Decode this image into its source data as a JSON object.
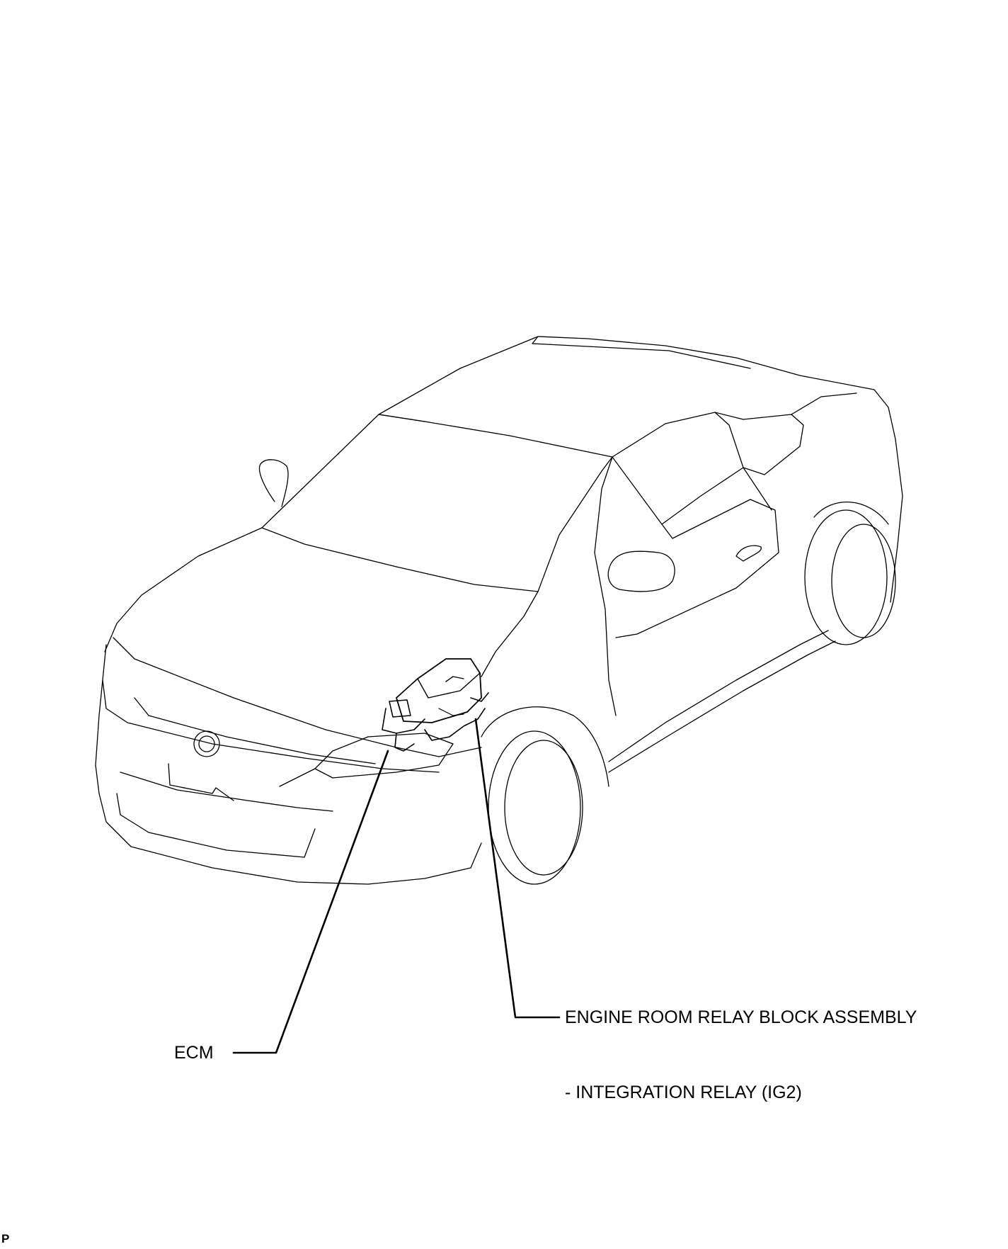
{
  "labels": {
    "ecm": "ECM",
    "relay_block": "ENGINE ROOM RELAY BLOCK ASSEMBLY",
    "relay": "- INTEGRATION RELAY (IG2)"
  },
  "corner_mark": "P",
  "colors": {
    "line": "#000000",
    "background": "#ffffff"
  }
}
